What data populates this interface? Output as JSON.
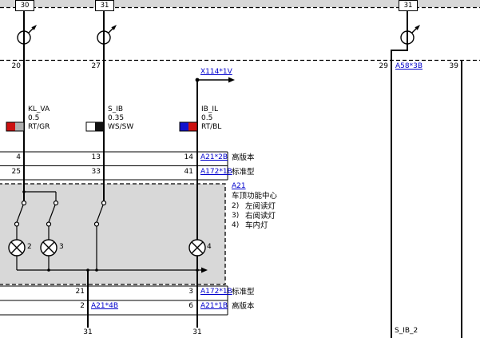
{
  "colors": {
    "link_blue": "#0000cc",
    "module_gray": "#d8d8d8",
    "wire_black": "#000000",
    "swatch_red": "#cc1111",
    "swatch_gray": "#b0b0b0",
    "swatch_white": "#ffffff",
    "swatch_black": "#111111",
    "swatch_blue": "#1111cc"
  },
  "terminal_bus": {
    "t30": "30",
    "t31_a": "31",
    "t31_b": "31"
  },
  "module_pins": {
    "pin_w1": "20",
    "pin_w2": "27",
    "pin_w4": "29",
    "pin_w5": "39",
    "link_x114": "X114*1V",
    "link_a58": "A58*3B"
  },
  "wire_labels": {
    "w1": {
      "name": "KL_VA",
      "gauge": "0.5",
      "color_code": "RT/GR"
    },
    "w2": {
      "name": "S_IB",
      "gauge": "0.35",
      "color_code": "WS/SW"
    },
    "w3": {
      "name": "IB_IL",
      "gauge": "0.5",
      "color_code": "RT/BL"
    },
    "w4": {
      "name": "S_IB_2"
    }
  },
  "connector_table_top": {
    "rows": [
      {
        "pin1": "4",
        "pin2": "13",
        "pin3": "14",
        "link": "A21*2B",
        "variant": "高版本"
      },
      {
        "pin1": "25",
        "pin2": "33",
        "pin3": "41",
        "link": "A172*1B",
        "variant": "标准型"
      }
    ]
  },
  "component_a21": {
    "id_link": "A21",
    "title": "车顶功能中心",
    "legend": [
      {
        "num": "2)",
        "label": "左阅读灯"
      },
      {
        "num": "3)",
        "label": "右阅读灯"
      },
      {
        "num": "4)",
        "label": "车内灯"
      }
    ],
    "lamp2": "2",
    "lamp3": "3",
    "lamp4": "4"
  },
  "connector_table_bottom": {
    "rows": [
      {
        "pinA": "21",
        "pinB": "3",
        "link_right": "A172*1B",
        "variant": "标准型"
      },
      {
        "pinA": "2",
        "linkA": "A21*4B",
        "pinB": "6",
        "link_right": "A21*1B",
        "variant": "高版本"
      }
    ]
  },
  "ground_terminals": {
    "g1": "31",
    "g2": "31"
  }
}
